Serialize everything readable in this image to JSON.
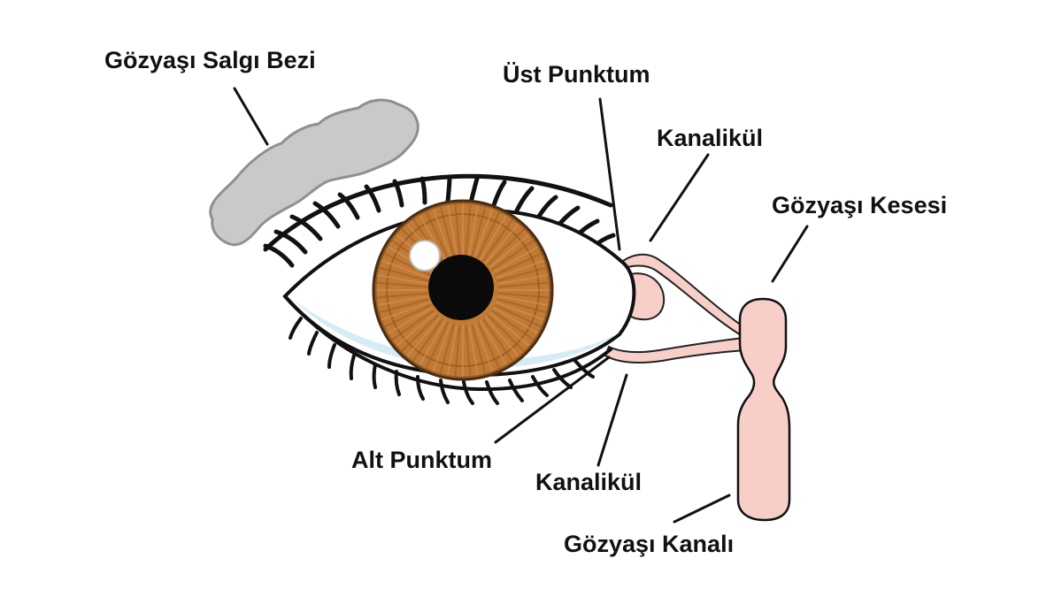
{
  "labels": {
    "lacrimal_gland": "Gözyaşı Salgı Bezi",
    "upper_punctum": "Üst Punktum",
    "upper_canaliculus": "Kanalikül",
    "lacrimal_sac": "Gözyaşı Kesesi",
    "lower_punctum": "Alt Punktum",
    "lower_canaliculus": "Kanalikül",
    "nasolacrimal_duct": "Gözyaşı Kanalı"
  },
  "colors": {
    "iris": "#c07a35",
    "iris_dark": "#8a4f1c",
    "pupil": "#0a0a0a",
    "gland": "#c9c9c9",
    "duct": "#f7cfc8",
    "outline": "#111111",
    "sclera_shadow": "#d6ecf5"
  }
}
